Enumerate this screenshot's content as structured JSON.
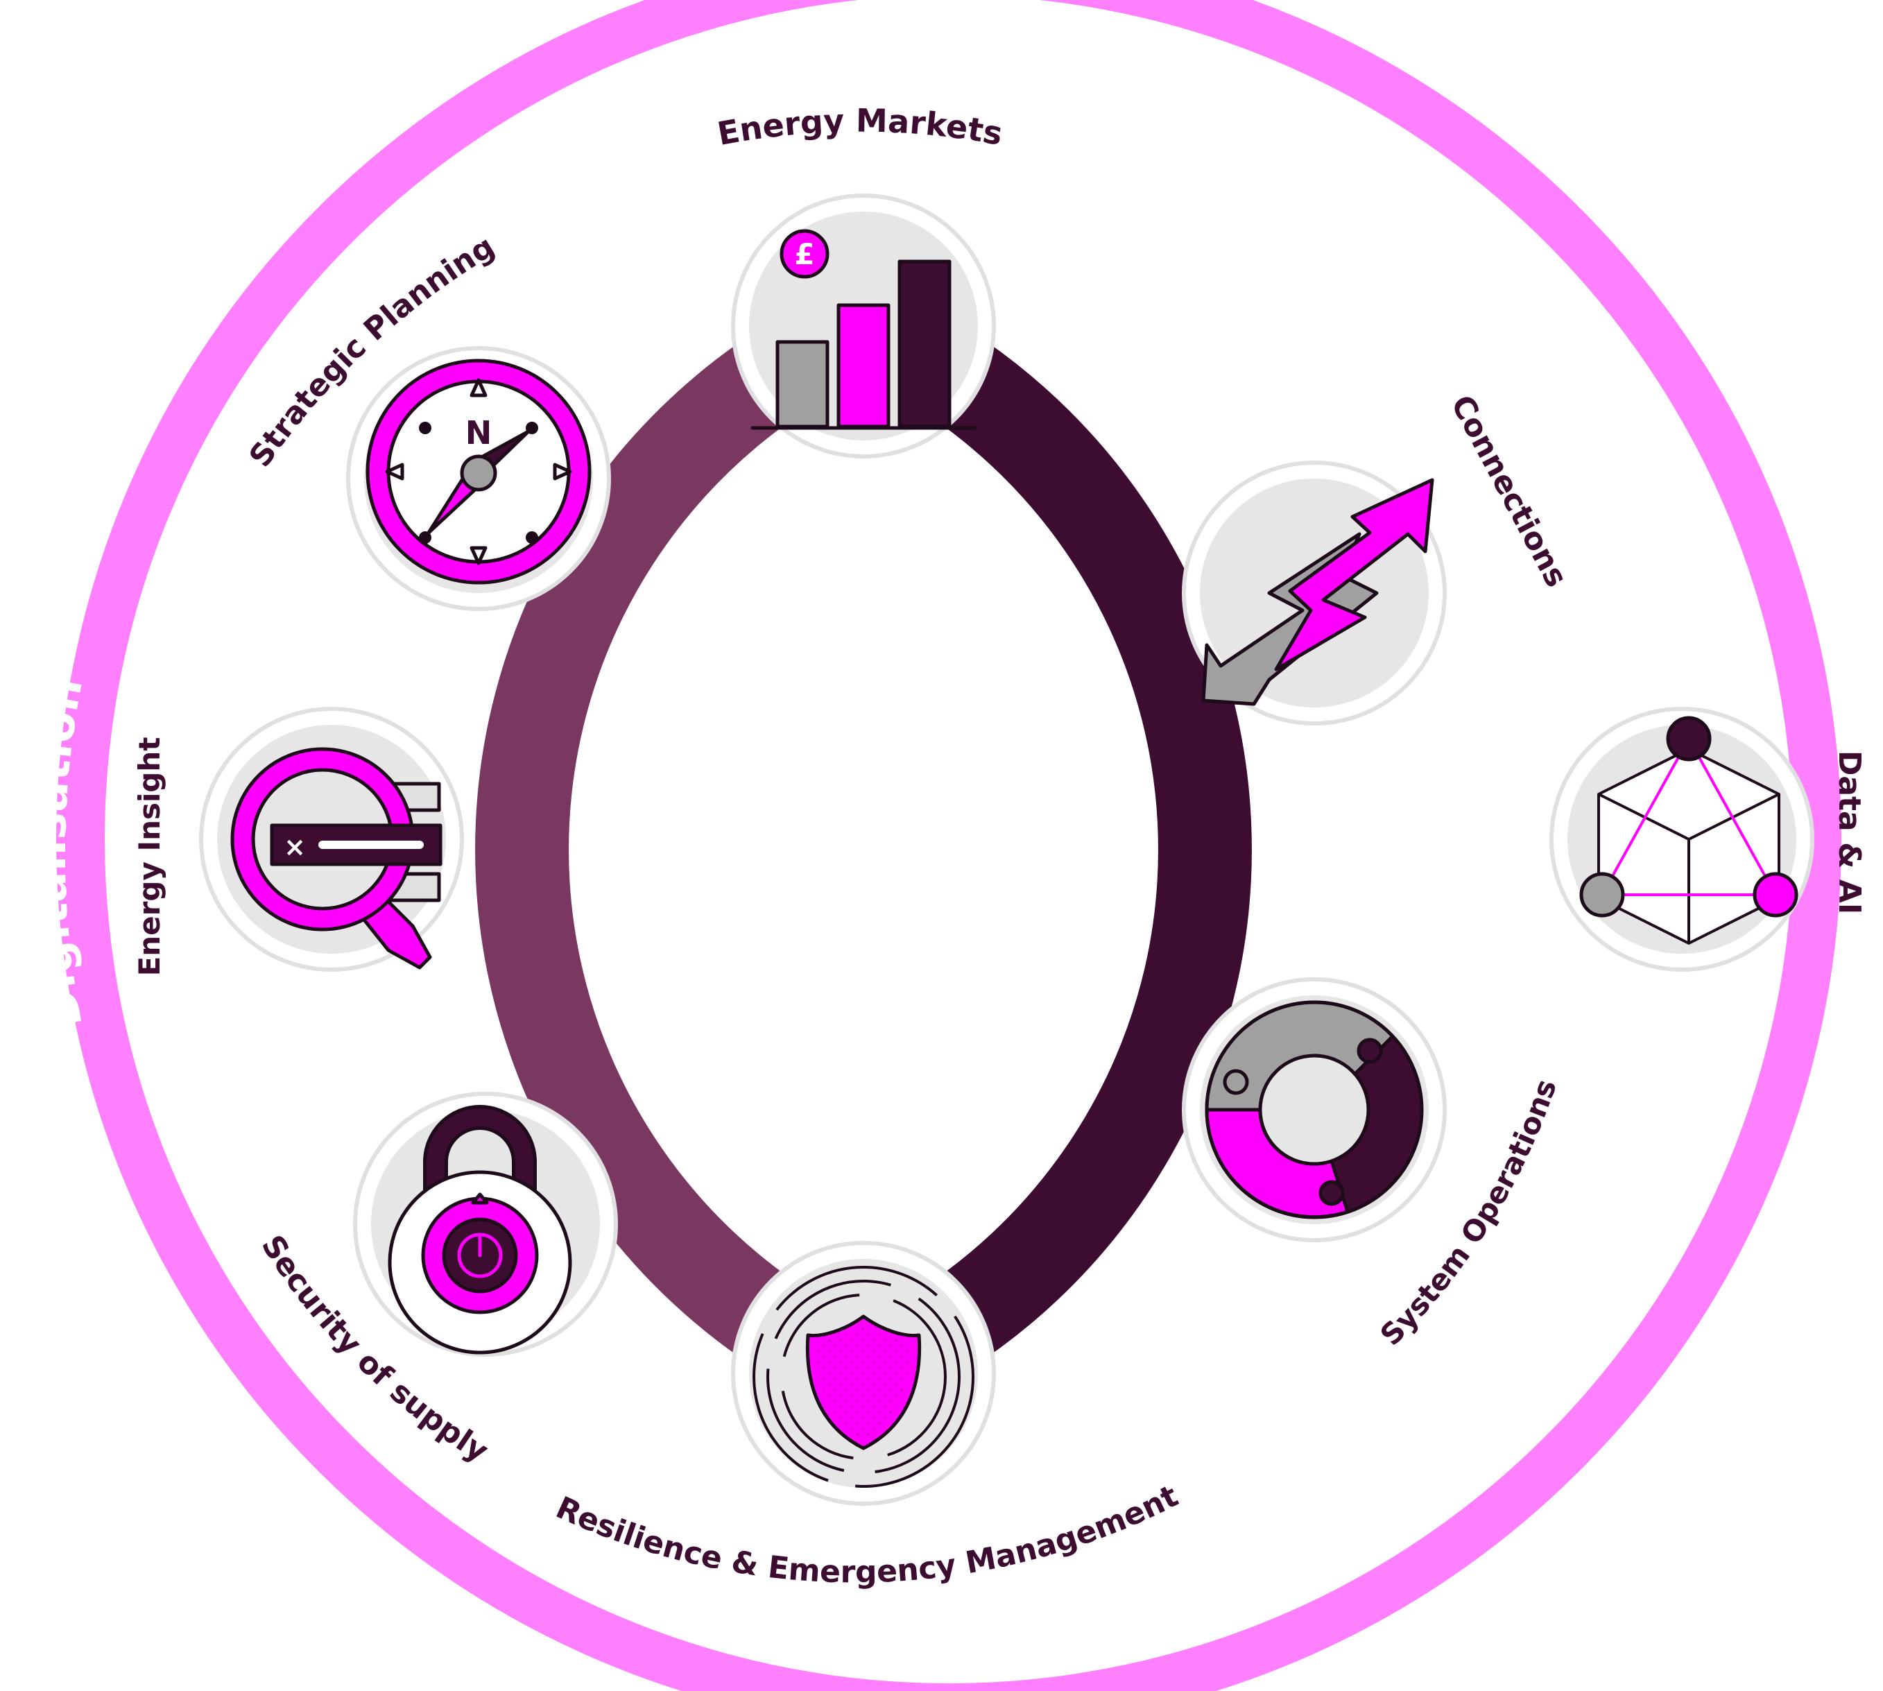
{
  "outer_ring_label": "Digitalisation",
  "groups": {
    "planning": "Planning",
    "operations": "Operations"
  },
  "nodes": {
    "energy_markets": "Energy Markets",
    "strategic_planning": "Strategic Planning",
    "connections": "Connections",
    "energy_insight": "Energy Insight",
    "data_ai": "Data & AI",
    "system_operations": "System Operations",
    "security_of_supply": "Security of supply",
    "resilience": "Resilience & Emergency Management"
  },
  "icons": {
    "energy_markets": "bar-chart-pound-icon",
    "strategic_planning": "compass-icon",
    "connections": "bidirectional-lightning-arrow-icon",
    "energy_insight": "magnifier-list-icon",
    "data_ai": "cube-network-icon",
    "system_operations": "puzzle-ring-icon",
    "security_of_supply": "combination-padlock-icon",
    "resilience": "shield-icon"
  },
  "pound_symbol": "£",
  "compass_north": "N",
  "insight_close_symbol": "×",
  "colors": {
    "digitalisation_ring": "#ff80ff",
    "planning_arc": "#7a3861",
    "operations_arc": "#3d0d31",
    "accent_magenta": "#ff00ff",
    "grey": "#9a9a9a",
    "light_grey": "#e6e6e6"
  }
}
